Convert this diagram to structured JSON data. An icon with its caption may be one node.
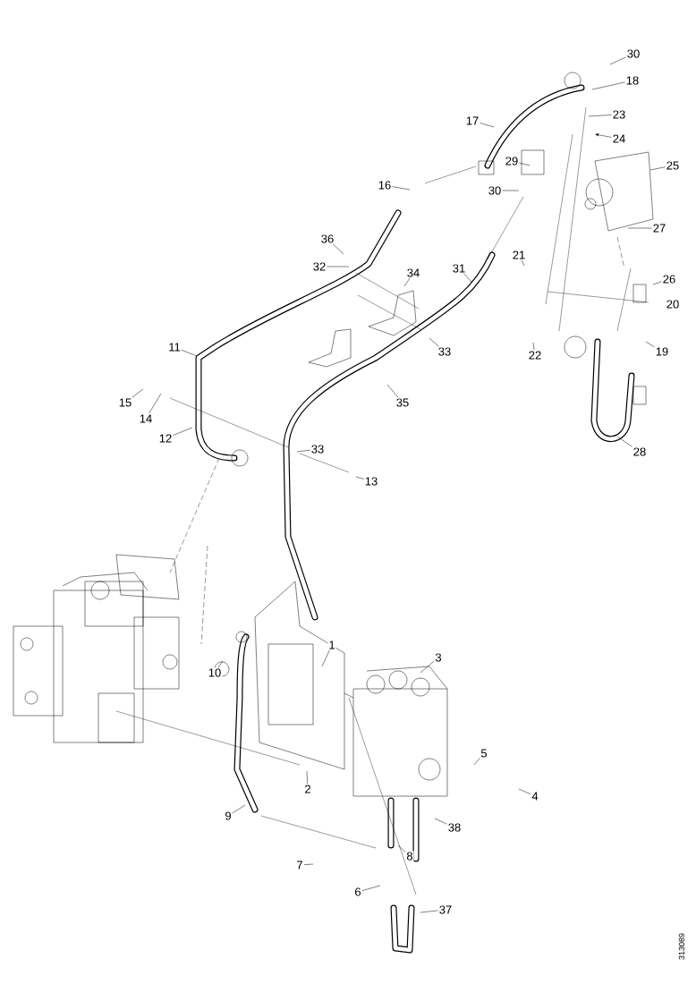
{
  "diagram": {
    "nodes": [
      {
        "text": [
          "30"
        ]
      },
      {
        "text": [
          "18"
        ]
      },
      {
        "text": [
          "17"
        ]
      },
      {
        "text": [
          "23"
        ]
      },
      {
        "text": [
          "24"
        ]
      },
      {
        "text": [
          "25"
        ]
      },
      {
        "text": [
          "29"
        ]
      },
      {
        "text": [
          "16"
        ]
      },
      {
        "text": [
          "30"
        ]
      },
      {
        "text": [
          "27"
        ]
      },
      {
        "text": [
          "36"
        ]
      },
      {
        "text": [
          "32"
        ]
      },
      {
        "text": [
          "34"
        ]
      },
      {
        "text": [
          "31"
        ]
      },
      {
        "text": [
          "21"
        ]
      },
      {
        "text": [
          "26"
        ]
      },
      {
        "text": [
          "20"
        ]
      },
      {
        "text": [
          "11"
        ]
      },
      {
        "text": [
          "33"
        ]
      },
      {
        "text": [
          "22"
        ]
      },
      {
        "text": [
          "19"
        ]
      },
      {
        "text": [
          "35"
        ]
      },
      {
        "text": [
          "15"
        ]
      },
      {
        "text": [
          "14"
        ]
      },
      {
        "text": [
          "12"
        ]
      },
      {
        "text": [
          "33"
        ]
      },
      {
        "text": [
          "28"
        ]
      },
      {
        "text": [
          "13"
        ]
      },
      {
        "text": [
          "1"
        ]
      },
      {
        "text": [
          "3"
        ]
      },
      {
        "text": [
          "10"
        ]
      },
      {
        "text": [
          "5"
        ]
      },
      {
        "text": [
          "4"
        ]
      },
      {
        "text": [
          "2"
        ]
      },
      {
        "text": [
          "9"
        ]
      },
      {
        "text": [
          "38"
        ]
      },
      {
        "text": [
          "8"
        ]
      },
      {
        "text": [
          "7"
        ]
      },
      {
        "text": [
          "6"
        ]
      },
      {
        "text": [
          "37"
        ]
      }
    ],
    "edges": [
      {
        "from": 0,
        "to": null,
        "arrow": "none"
      },
      {
        "from": 1,
        "to": null,
        "arrow": "none"
      },
      {
        "from": 2,
        "to": null,
        "arrow": "none"
      },
      {
        "from": 3,
        "to": null,
        "arrow": "none"
      },
      {
        "from": 4,
        "to": null,
        "arrow": "to"
      },
      {
        "from": 5,
        "to": null,
        "arrow": "none"
      },
      {
        "from": 6,
        "to": null,
        "arrow": "none"
      },
      {
        "from": 7,
        "to": null,
        "arrow": "none"
      },
      {
        "from": 8,
        "to": null,
        "arrow": "none"
      },
      {
        "from": 9,
        "to": null,
        "arrow": "none"
      },
      {
        "from": 10,
        "to": null,
        "arrow": "none"
      },
      {
        "from": 11,
        "to": null,
        "arrow": "none"
      },
      {
        "from": 12,
        "to": null,
        "arrow": "none"
      },
      {
        "from": 13,
        "to": null,
        "arrow": "none"
      },
      {
        "from": 14,
        "to": null,
        "arrow": "none"
      },
      {
        "from": 15,
        "to": null,
        "arrow": "none"
      },
      {
        "from": 17,
        "to": null,
        "arrow": "none"
      },
      {
        "from": 18,
        "to": null,
        "arrow": "none"
      },
      {
        "from": 19,
        "to": null,
        "arrow": "none"
      },
      {
        "from": 20,
        "to": null,
        "arrow": "none"
      },
      {
        "from": 21,
        "to": null,
        "arrow": "none"
      },
      {
        "from": 22,
        "to": null,
        "arrow": "none"
      },
      {
        "from": 23,
        "to": null,
        "arrow": "none"
      },
      {
        "from": 24,
        "to": null,
        "arrow": "none"
      },
      {
        "from": 25,
        "to": null,
        "arrow": "none"
      },
      {
        "from": 26,
        "to": null,
        "arrow": "none"
      },
      {
        "from": 27,
        "to": null,
        "arrow": "none"
      },
      {
        "from": 28,
        "to": null,
        "arrow": "none"
      },
      {
        "from": 29,
        "to": null,
        "arrow": "none"
      },
      {
        "from": 30,
        "to": null,
        "arrow": "none"
      },
      {
        "from": 31,
        "to": null,
        "arrow": "none"
      },
      {
        "from": 32,
        "to": null,
        "arrow": "none"
      },
      {
        "from": 33,
        "to": null,
        "arrow": "none"
      },
      {
        "from": 34,
        "to": null,
        "arrow": "none"
      },
      {
        "from": 35,
        "to": null,
        "arrow": "none"
      },
      {
        "from": 36,
        "to": null,
        "arrow": "none"
      },
      {
        "from": 37,
        "to": null,
        "arrow": "none"
      },
      {
        "from": 38,
        "to": null,
        "arrow": "none"
      },
      {
        "from": 39,
        "to": null,
        "arrow": "none"
      }
    ],
    "labels": [
      "313089"
    ]
  }
}
